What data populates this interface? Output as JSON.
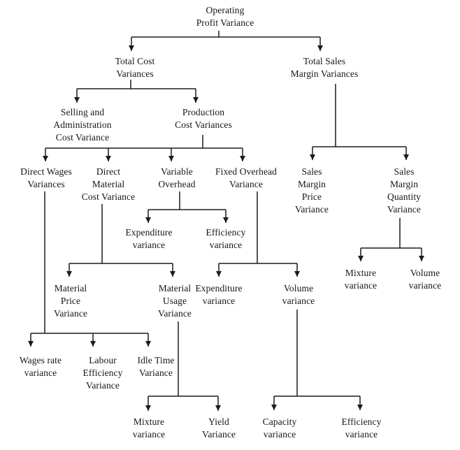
{
  "diagram": {
    "type": "tree",
    "description": "Variance analysis hierarchy chart",
    "colors": {
      "line": "#1b1b1b",
      "text": "#161616",
      "background": "#ffffff"
    }
  },
  "nodes": {
    "operating_profit": {
      "label": "Operating\nProfit Variance"
    },
    "total_cost": {
      "label": "Total Cost\nVariances"
    },
    "total_sales": {
      "label": "Total Sales\nMargin Variances"
    },
    "selling_admin": {
      "label": "Selling and\nAdministration\nCost Variance"
    },
    "production": {
      "label": "Production\nCost Variances"
    },
    "direct_wages": {
      "label": "Direct Wages\nVariances"
    },
    "direct_material": {
      "label": "Direct\nMaterial\nCost Variance"
    },
    "variable_overhead": {
      "label": "Variable\nOverhead"
    },
    "fixed_overhead": {
      "label": "Fixed Overhead\nVariance"
    },
    "sales_margin_price": {
      "label": "Sales\nMargin\nPrice\nVariance"
    },
    "sales_margin_quantity": {
      "label": "Sales\nMargin\nQuantity\nVariance"
    },
    "voh_expenditure": {
      "label": "Expenditure\nvariance"
    },
    "voh_efficiency": {
      "label": "Efficiency\nvariance"
    },
    "material_price": {
      "label": "Material\nPrice\nVariance"
    },
    "material_usage": {
      "label": "Material\nUsage\nVariance"
    },
    "foh_expenditure": {
      "label": "Expenditure\nvariance"
    },
    "foh_volume": {
      "label": "Volume\nvariance"
    },
    "sm_mixture": {
      "label": "Mixture\nvariance"
    },
    "sm_volume": {
      "label": "Volume\nvariance"
    },
    "wages_rate": {
      "label": "Wages rate\nvariance"
    },
    "labour_efficiency": {
      "label": "Labour\nEfficiency\nVariance"
    },
    "idle_time": {
      "label": "Idle Time\nVariance"
    },
    "usage_mixture": {
      "label": "Mixture\nvariance"
    },
    "usage_yield": {
      "label": "Yield\nVariance"
    },
    "volume_capacity": {
      "label": "Capacity\nvariance"
    },
    "volume_efficiency": {
      "label": "Efficiency\nvariance"
    }
  }
}
